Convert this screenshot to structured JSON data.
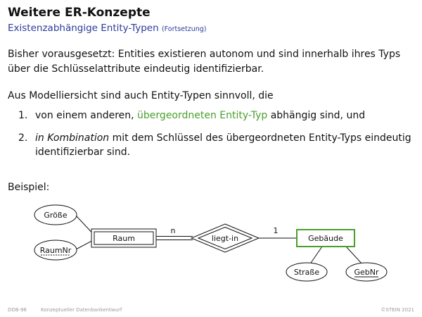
{
  "title": "Weitere ER-Konzepte",
  "subtitle": "Existenzabhängige Entity-Typen",
  "subtitle_note": "(Fortsetzung)",
  "para1_line1": "Bisher vorausgesetzt: Entities existieren autonom und sind innerhalb ihres Typs",
  "para1_line2": "über die Schlüsselattribute eindeutig identifizierbar.",
  "para2": "Aus Modelliersicht sind auch Entity-Typen sinnvoll, die",
  "list": [
    {
      "number": "1.",
      "prefix": "von einem anderen, ",
      "highlight": "übergeordneten Entity-Typ",
      "suffix": " abhängig sind, und"
    },
    {
      "number": "2.",
      "emphasis": "in Kombination",
      "line1_rest": " mit dem Schlüssel des übergeordneten Entity-Typs eindeutig",
      "line2": "identifizierbar sind."
    }
  ],
  "example_label": "Beispiel:",
  "diagram": {
    "attr_groesse": "Größe",
    "attr_raumnr": "RaumNr",
    "entity_raum": "Raum",
    "relationship": "liegt-in",
    "entity_gebaeude": "Gebäude",
    "attr_strasse": "Straße",
    "attr_gebnr": "GebNr",
    "card_left": "n",
    "card_right": "1"
  },
  "colors": {
    "subtitle": "#2b3a9a",
    "highlight": "#4aa02c"
  },
  "footer": {
    "page": "DDB-96",
    "course": "Konzeptueller Datenbankentwurf",
    "copyright": "©STEIN 2021"
  }
}
